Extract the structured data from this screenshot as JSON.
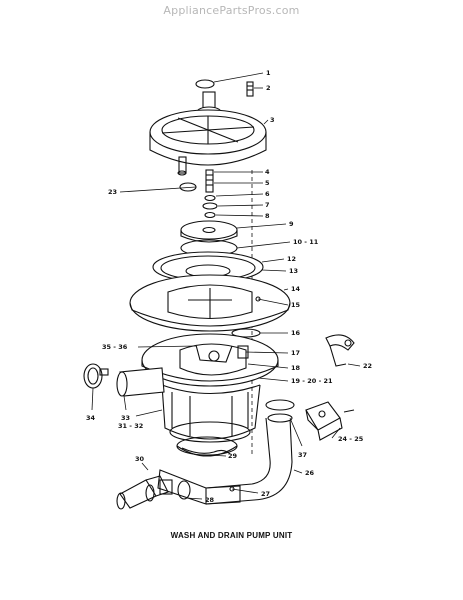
{
  "watermark": "AppliancePartsPros.com",
  "diagram": {
    "caption": "WASH AND DRAIN PUMP UNIT",
    "callouts": {
      "c1": "1",
      "c2": "2",
      "c3": "3",
      "c4": "4",
      "c5": "5",
      "c6": "6",
      "c7": "7",
      "c8": "8",
      "c9": "9",
      "c10_11": "10 - 11",
      "c12": "12",
      "c13": "13",
      "c14": "14",
      "c15": "15",
      "c16": "16",
      "c17": "17",
      "c18": "18",
      "c19_21": "19 - 20 - 21",
      "c22": "22",
      "c23": "23",
      "c24_25": "24 - 25",
      "c26": "26",
      "c27": "27",
      "c28": "28",
      "c29": "29",
      "c30": "30",
      "c31_32": "31 - 32",
      "c33": "33",
      "c34": "34",
      "c35_36": "35 - 36",
      "c37": "37"
    }
  }
}
